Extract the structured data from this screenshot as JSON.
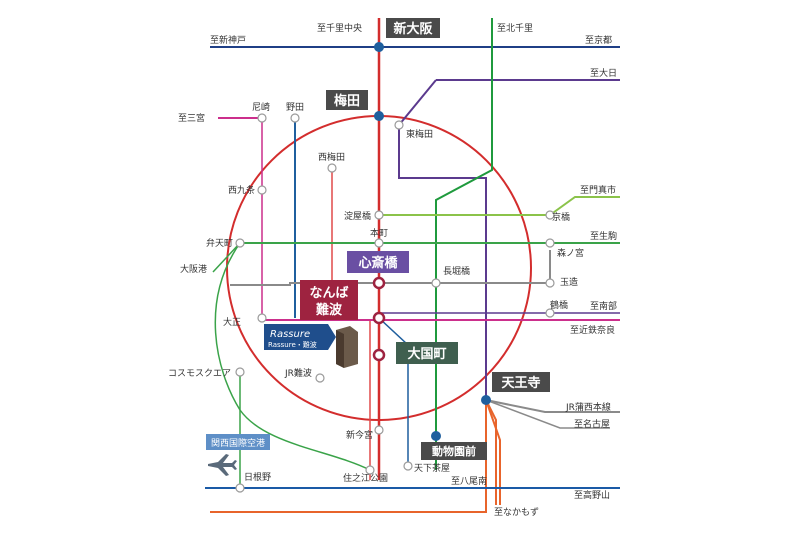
{
  "labels": {
    "to_senrichuo": "至千里中央",
    "to_kitasenri": "至北千里",
    "to_shinkobe": "至新神戸",
    "to_kyoto": "至京都",
    "to_daimon": "至大日",
    "to_sannomiya": "至三宮",
    "amagasaki": "尼崎",
    "noda": "野田",
    "higashiumeda": "東梅田",
    "nishiumeda": "西梅田",
    "to_demachi": "至門真市",
    "nishikujo": "西九条",
    "yodoyabashi": "淀屋橋",
    "kyobashi": "京橋",
    "to_ikoma": "至生駒",
    "honmachi": "本町",
    "morinomiya": "森ノ宮",
    "bentencho": "弁天町",
    "osakako": "大阪港",
    "nagahoribashi": "長堀橋",
    "tamatsukuri": "玉造",
    "tsuruhashi": "鶴橋",
    "to_nanbu": "至南部",
    "taisho": "大正",
    "to_kintetsunara": "至近鉄奈良",
    "cosmosquare": "コスモスクエア",
    "jrnamba": "JR難波",
    "jrmidosuji": "JR蒲西本線",
    "to_nagoya": "至名古屋",
    "shinimamiya": "新今宮",
    "kansai_airport": "関西国際空港",
    "hineno": "日根野",
    "suminoe_koen": "住之江公園",
    "tengachaya": "天下茶屋",
    "to_yao": "至八尾南",
    "to_koyasan": "至高野山",
    "to_kawachinagano": "至なかもず"
  },
  "stations": {
    "shinosaka": "新大阪",
    "umeda": "梅田",
    "shinsaibashi": "心斎橋",
    "namba_kana": "なんば",
    "namba_kanji": "難波",
    "daikokucho": "大国町",
    "tennoji": "天王寺",
    "dobutsuenmae": "動物園前"
  },
  "property": {
    "logo": "Rassure",
    "name": "Rassure・難波"
  },
  "colors": {
    "loop": "#d32d2d",
    "midosuji": "#d32d2d",
    "tanimachi": "#5b3a8e",
    "sakaisuji": "#1f5f9e",
    "yotsubashi": "#1f5f9e",
    "keihan_green": "#3aa349",
    "hankyu_green": "#1f9a3d",
    "kintetsu_pink": "#cc2f8c",
    "nankai_blue": "#1a5aa6",
    "orange": "#e8642b",
    "station_dark": "#4a4a4a",
    "purple_tag": "#6a4fa3",
    "namba_tag": "#9e2340",
    "daikokucho_tag": "#3f5f4f"
  }
}
